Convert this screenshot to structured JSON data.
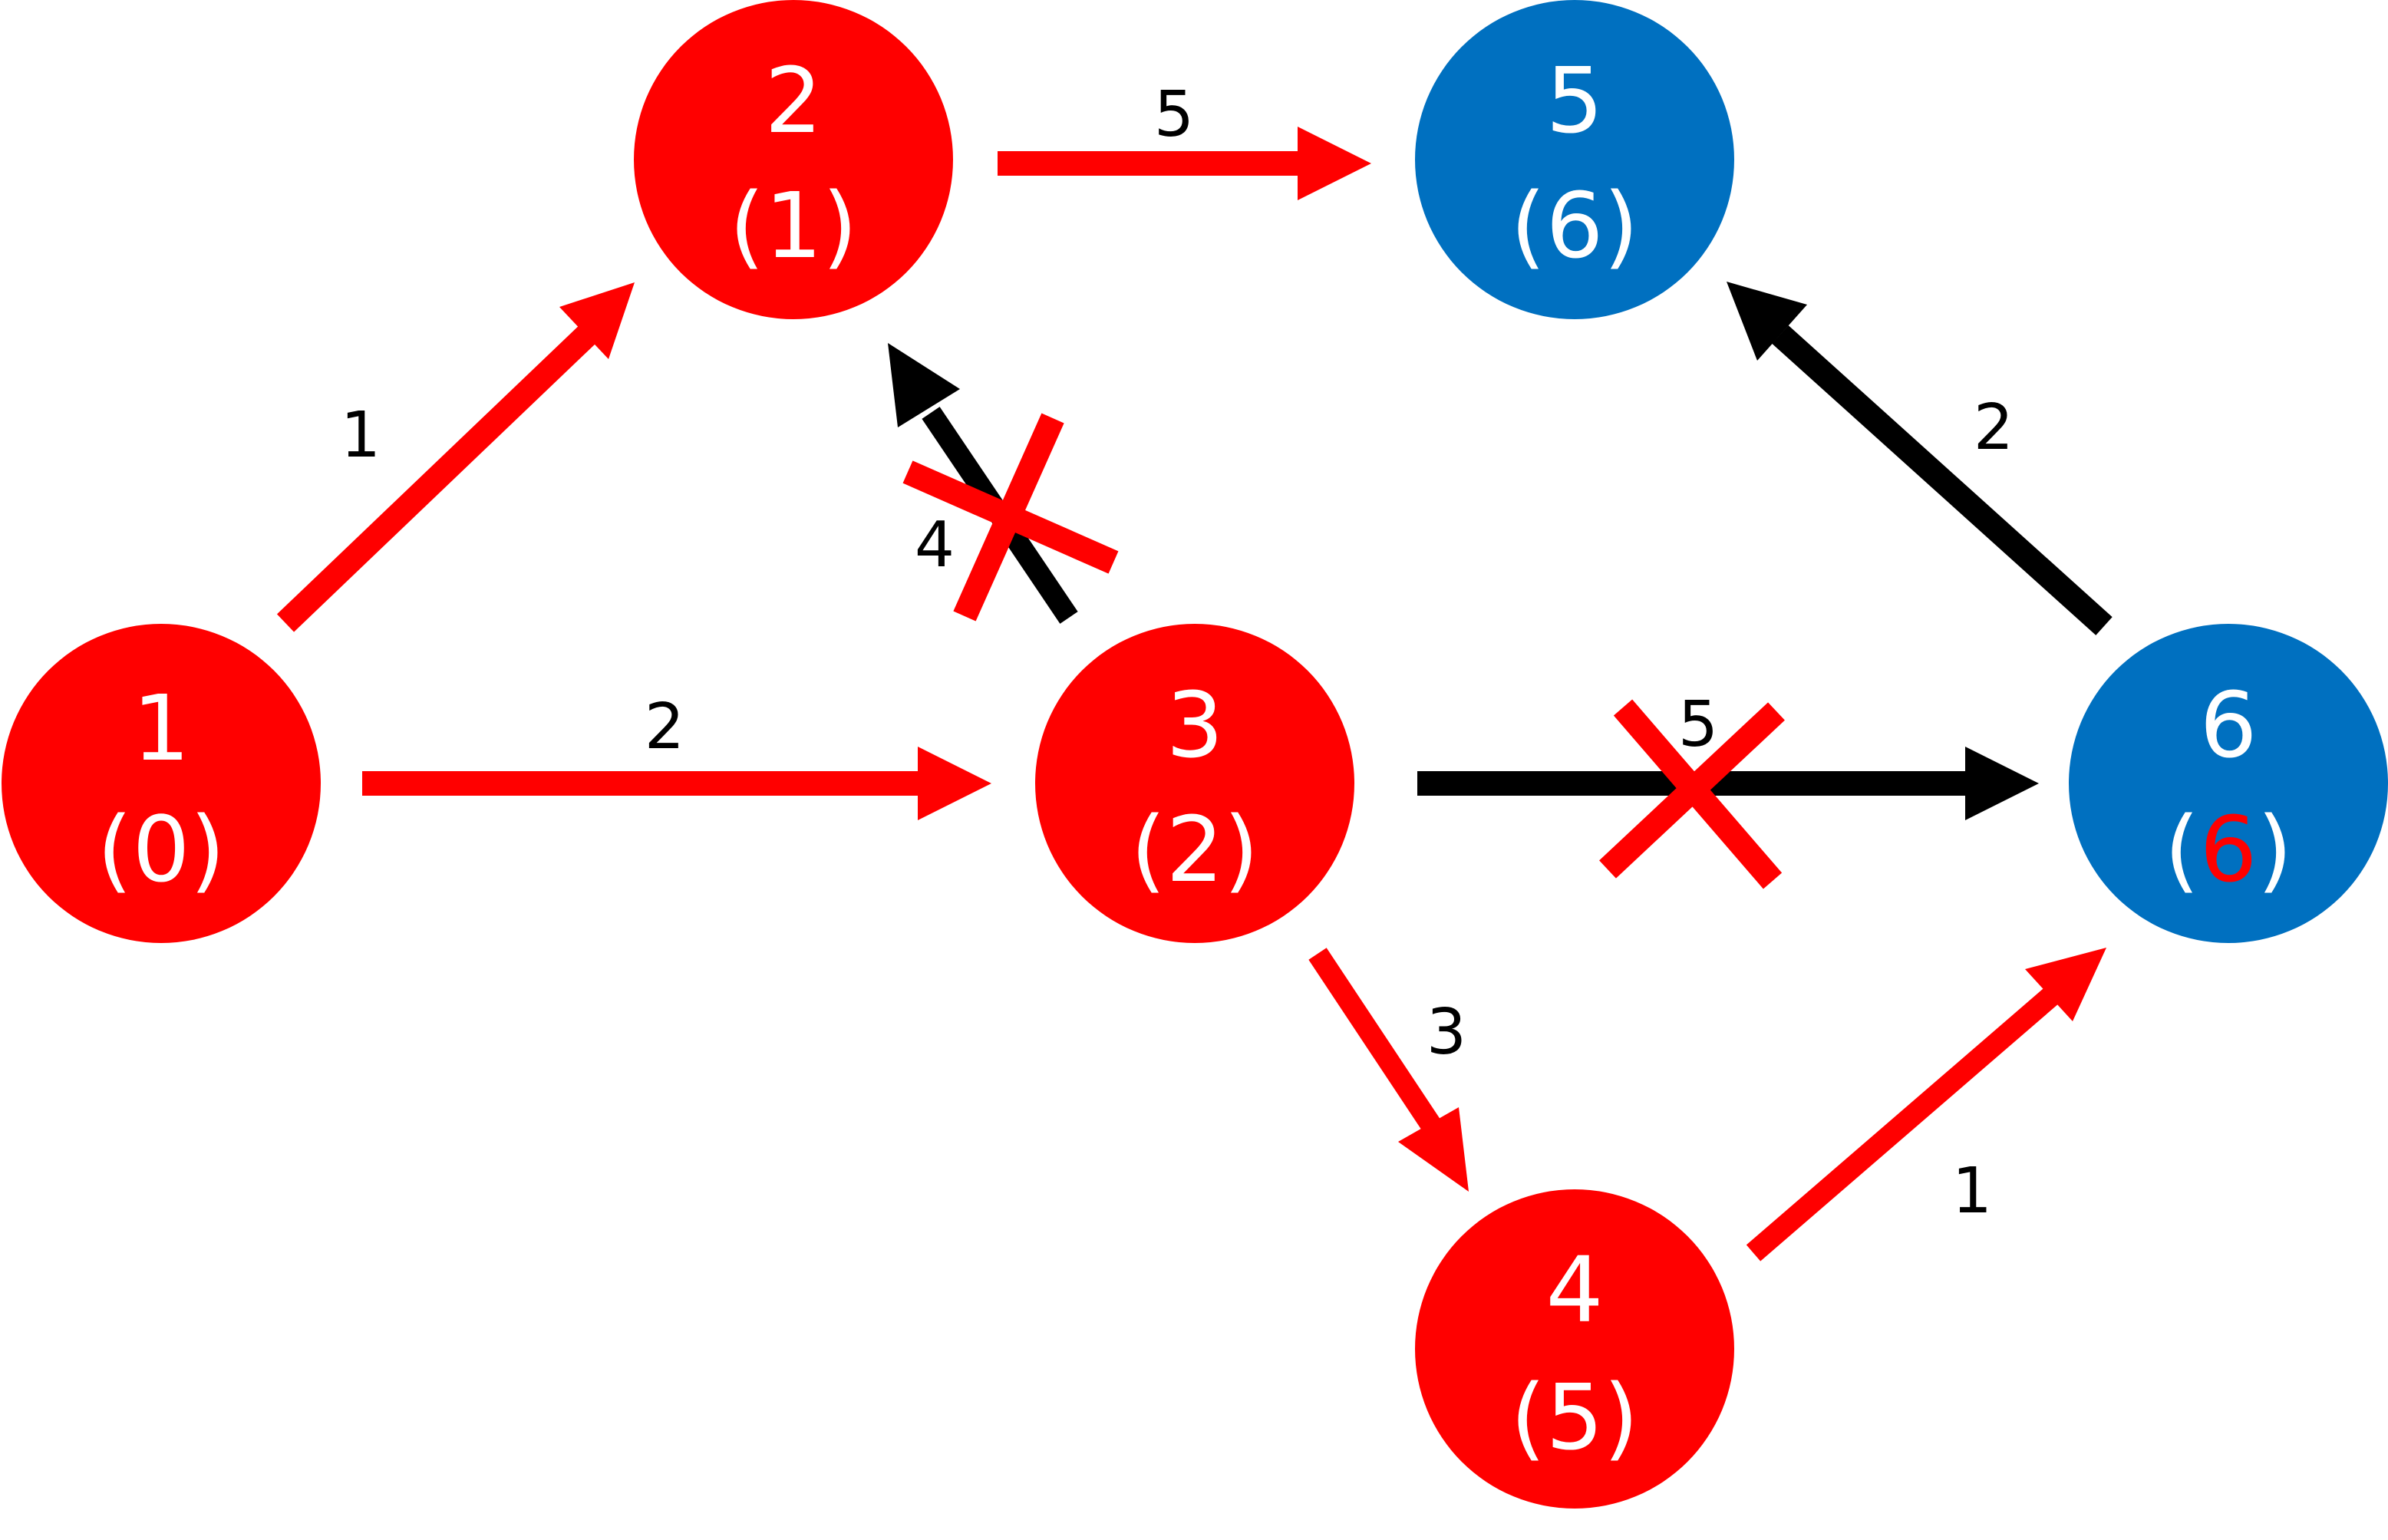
{
  "colors": {
    "visited": "#ff0000",
    "unvisited": "#0070c0",
    "relaxed_edge": "#ff0000",
    "other_edge": "#000000",
    "node_text": "#ffffff",
    "updated_value": "#ff0000",
    "rejected_mark": "#ff0000"
  },
  "nodes": [
    {
      "id": "1",
      "distance": "0",
      "state": "visited"
    },
    {
      "id": "2",
      "distance": "1",
      "state": "visited"
    },
    {
      "id": "3",
      "distance": "2",
      "state": "visited"
    },
    {
      "id": "4",
      "distance": "5",
      "state": "visited"
    },
    {
      "id": "5",
      "distance": "6",
      "state": "unvisited"
    },
    {
      "id": "6",
      "distance": "6",
      "state": "unvisited",
      "distance_highlighted": true
    }
  ],
  "edges": [
    {
      "from": "1",
      "to": "2",
      "weight": "1",
      "state": "relaxed"
    },
    {
      "from": "1",
      "to": "3",
      "weight": "2",
      "state": "relaxed"
    },
    {
      "from": "2",
      "to": "5",
      "weight": "5",
      "state": "relaxed"
    },
    {
      "from": "3",
      "to": "2",
      "weight": "4",
      "state": "rejected"
    },
    {
      "from": "3",
      "to": "6",
      "weight": "5",
      "state": "rejected"
    },
    {
      "from": "3",
      "to": "4",
      "weight": "3",
      "state": "relaxed"
    },
    {
      "from": "4",
      "to": "6",
      "weight": "1",
      "state": "relaxed"
    },
    {
      "from": "6",
      "to": "5",
      "weight": "2",
      "state": "other"
    }
  ]
}
